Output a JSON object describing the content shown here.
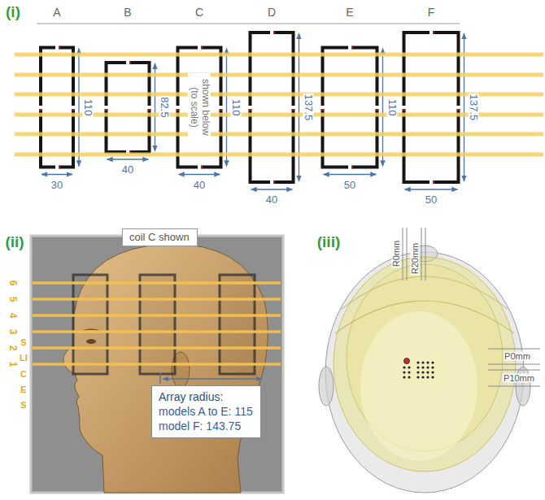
{
  "diagram": {
    "nodes": [
      {
        "text": [
          "shown below (to scale)"
        ]
      },
      {
        "text": [
          "coil C shown"
        ]
      },
      {
        "text": [
          "Array radius:",
          "models A to E: 115",
          "model F: 143.75"
        ]
      }
    ],
    "labels": [
      "(i)",
      "A",
      "B",
      "C",
      "D",
      "E",
      "F",
      "110",
      "30",
      "82.5",
      "40",
      "110",
      "40",
      "137.5",
      "40",
      "110",
      "50",
      "137.5",
      "50",
      "(ii)",
      "6",
      "5",
      "4",
      "3",
      "2",
      "1",
      "SLICES",
      "(iii)",
      "R0mm",
      "R20mm",
      "P0mm",
      "P10mm"
    ]
  }
}
